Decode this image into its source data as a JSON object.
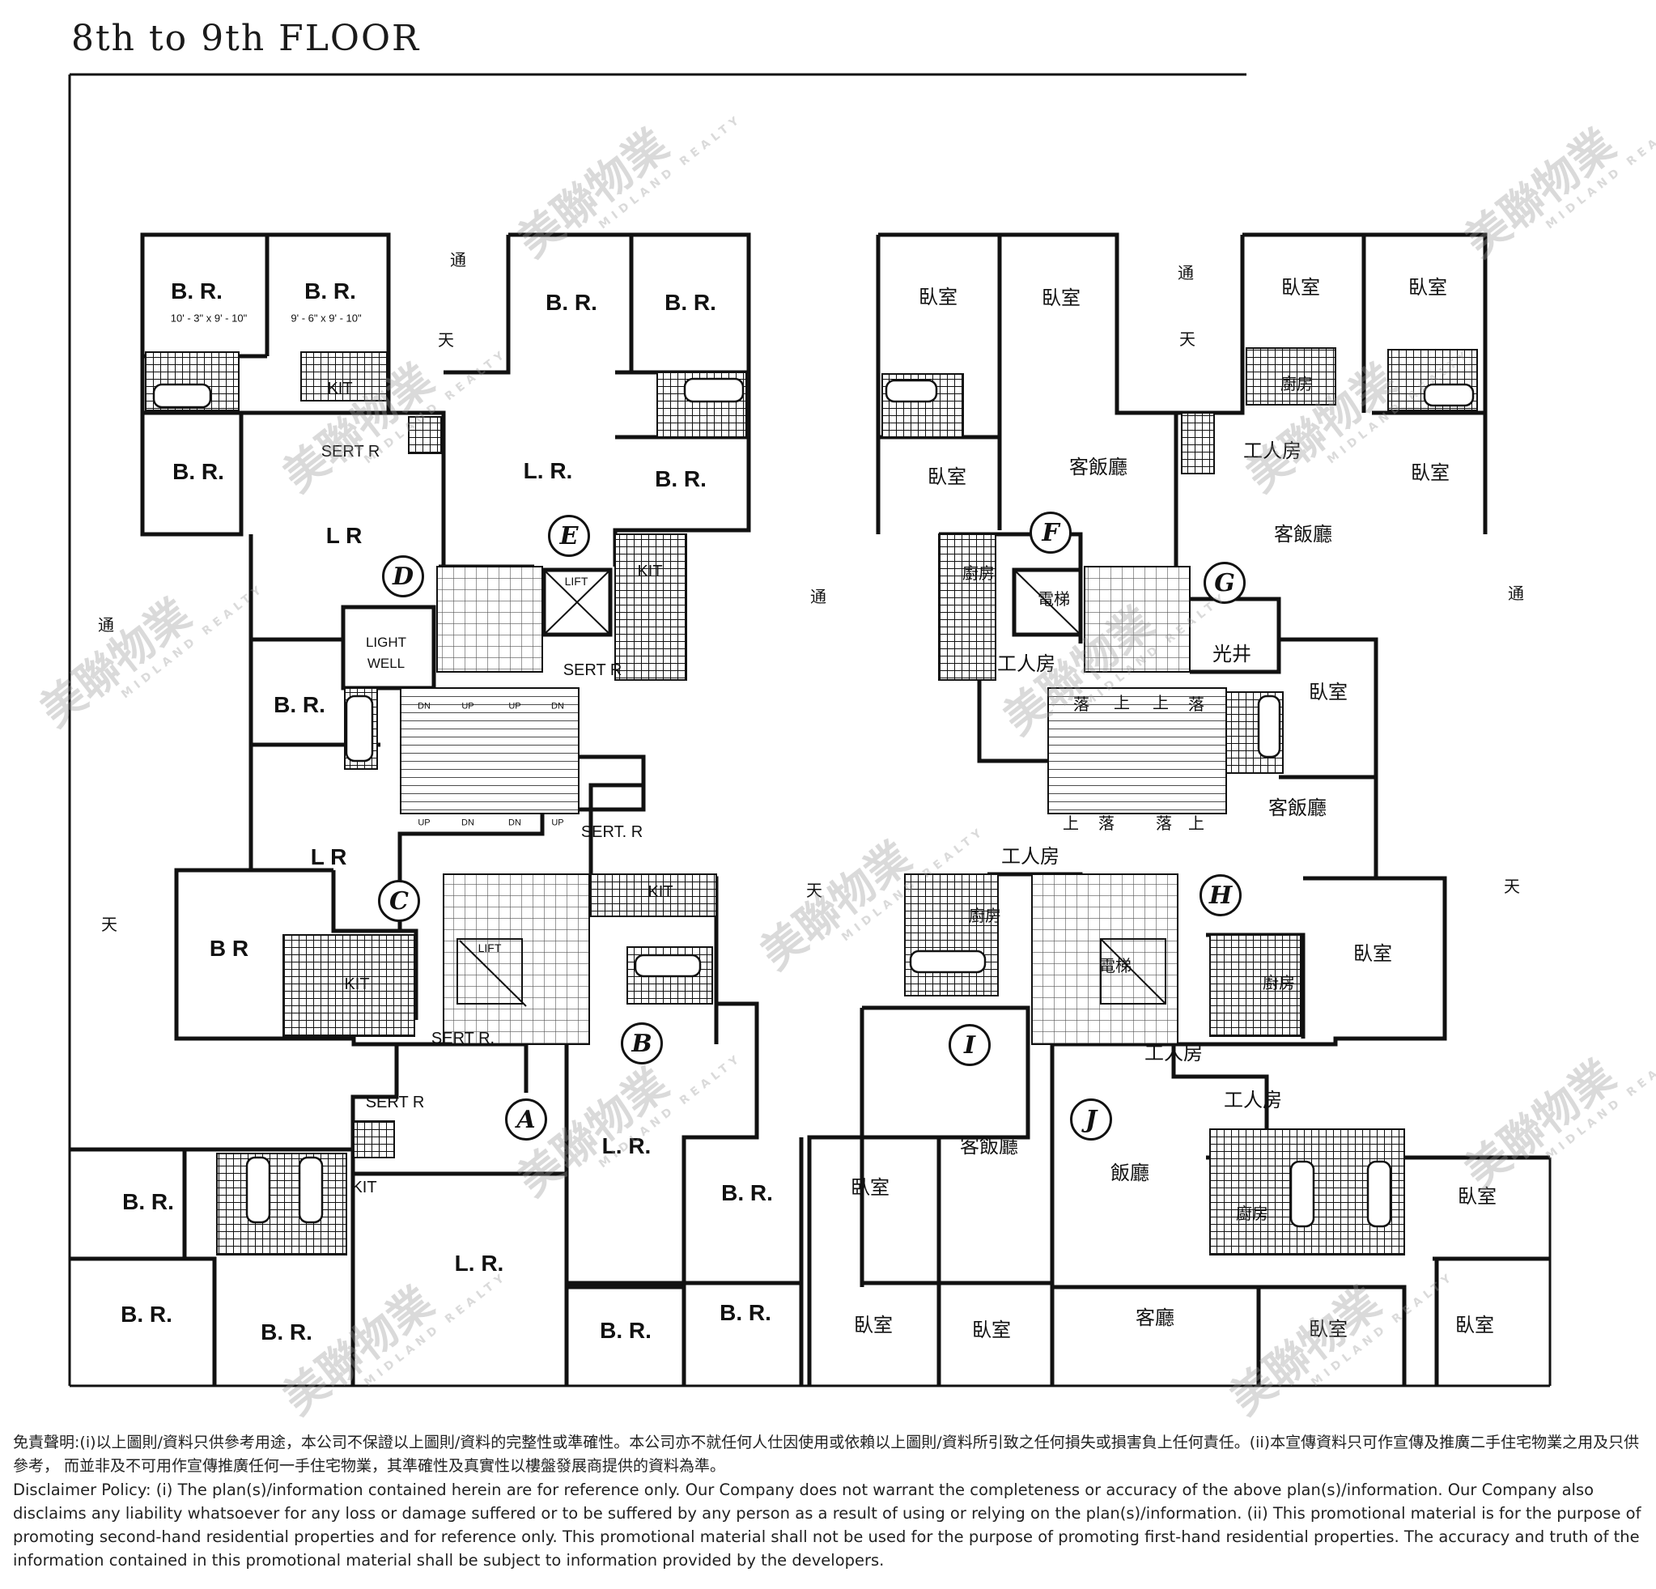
{
  "title": "8th to 9th FLOOR",
  "units": [
    "A",
    "B",
    "C",
    "D",
    "E",
    "F",
    "G",
    "H",
    "I",
    "J"
  ],
  "rooms_left": {
    "d_br1": "B. R.",
    "d_br1_dim": "10' - 3\" x  9' - 10\"",
    "d_br2": "B. R.",
    "d_br2_dim": "9' - 6\" x  9' - 10\"",
    "d_kit": "KIT",
    "d_br3": "B. R.",
    "d_sert": "SERT  R",
    "d_lr": "L  R",
    "e_br1": "B. R.",
    "e_br2": "B. R.",
    "e_lr": "L. R.",
    "e_br3": "B. R.",
    "e_kit": "KIT",
    "lift1": "LIFT",
    "light_well": "LIGHT WELL",
    "sert_e": "SERT  R",
    "c_br1": "B. R.",
    "dn1": "DN",
    "up1": "UP",
    "up2": "UP",
    "dn2": "DN",
    "up3": "UP",
    "dn3": "DN",
    "dn4": "DN",
    "up4": "UP",
    "sert_b": "SERT. R",
    "c_lr": "L  R",
    "c_br2": "B  R",
    "c_kit": "KIT",
    "lift2": "LIFT",
    "b_kit": "KIT",
    "c_sert": "SERT  R.",
    "a_sert": "SERT  R",
    "b_lr": "L. R.",
    "a_br1": "B. R.",
    "a_kit": "KIT",
    "a_lr": "L. R.",
    "b_br1": "B. R.",
    "a_br2": "B. R.",
    "a_br3": "B. R.",
    "b_br2": "B. R.",
    "b_br3": "B. R."
  },
  "rooms_right": {
    "f_wo1": "臥室",
    "f_wo2": "臥室",
    "f_wo3": "臥室",
    "f_lr": "客飯廳",
    "f_kit": "廚房",
    "lift_f": "電梯",
    "f_work": "工人房",
    "g_wo1": "臥室",
    "g_wo2": "臥室",
    "g_kit": "廚房",
    "g_work": "工人房",
    "g_wo3": "臥室",
    "g_lr": "客飯廳",
    "guang": "光井",
    "h_wo1": "臥室",
    "s1": "落",
    "s2": "上",
    "s3": "上",
    "s4": "落",
    "s5": "上",
    "s6": "落",
    "s7": "落",
    "s8": "上",
    "h_lr": "客飯廳",
    "work_mid": "工人房",
    "i_kit": "廚房",
    "lift_h": "電梯",
    "h_kit": "廚房",
    "h_wo2": "臥室",
    "h_work": "工人房",
    "i_lr": "客飯廳",
    "j_work": "工人房",
    "i_wo1": "臥室",
    "j_dr": "飯廳",
    "j_kit": "廚房",
    "j_wo1": "臥室",
    "i_wo2": "臥室",
    "i_wo3": "臥室",
    "j_lr": "客廳",
    "j_wo2": "臥室",
    "j_wo3": "臥室"
  },
  "shaft_labels": {
    "tong1": "通",
    "tian1": "天",
    "tong2": "通",
    "tian2": "天",
    "tong3": "通",
    "tian3": "天",
    "tong4": "通",
    "tian4": "天",
    "tong5": "通",
    "tian5": "天"
  },
  "watermark": {
    "cn": "美聯物業",
    "en": "MIDLAND REALTY"
  },
  "disclaimer": {
    "zh": "免責聲明:(i)以上圖則/資料只供參考用途，本公司不保證以上圖則/資料的完整性或準確性。本公司亦不就任何人仕因使用或依賴以上圖則/資料所引致之任何損失或損害負上任何責任。(ii)本宣傳資料只可作宣傳及推廣二手住宅物業之用及只供參考， 而並非及不可用作宣傳推廣任何一手住宅物業，其準確性及真實性以樓盤發展商提供的資料為準。",
    "en": "Disclaimer Policy: (i) The plan(s)/information contained herein are for reference only. Our Company does not warrant the completeness or accuracy of the above plan(s)/information. Our Company also disclaims any liability whatsoever for any loss or damage suffered or to be suffered by any person as a result of using or relying on the plan(s)/information. (ii) This promotional material is for the purpose of promoting second-hand residential properties and for reference only. This promotional material shall not be used for the purpose of promoting first-hand residential properties. The accuracy and truth of the information contained in this promotional material shall be subject to information provided by the developers."
  }
}
